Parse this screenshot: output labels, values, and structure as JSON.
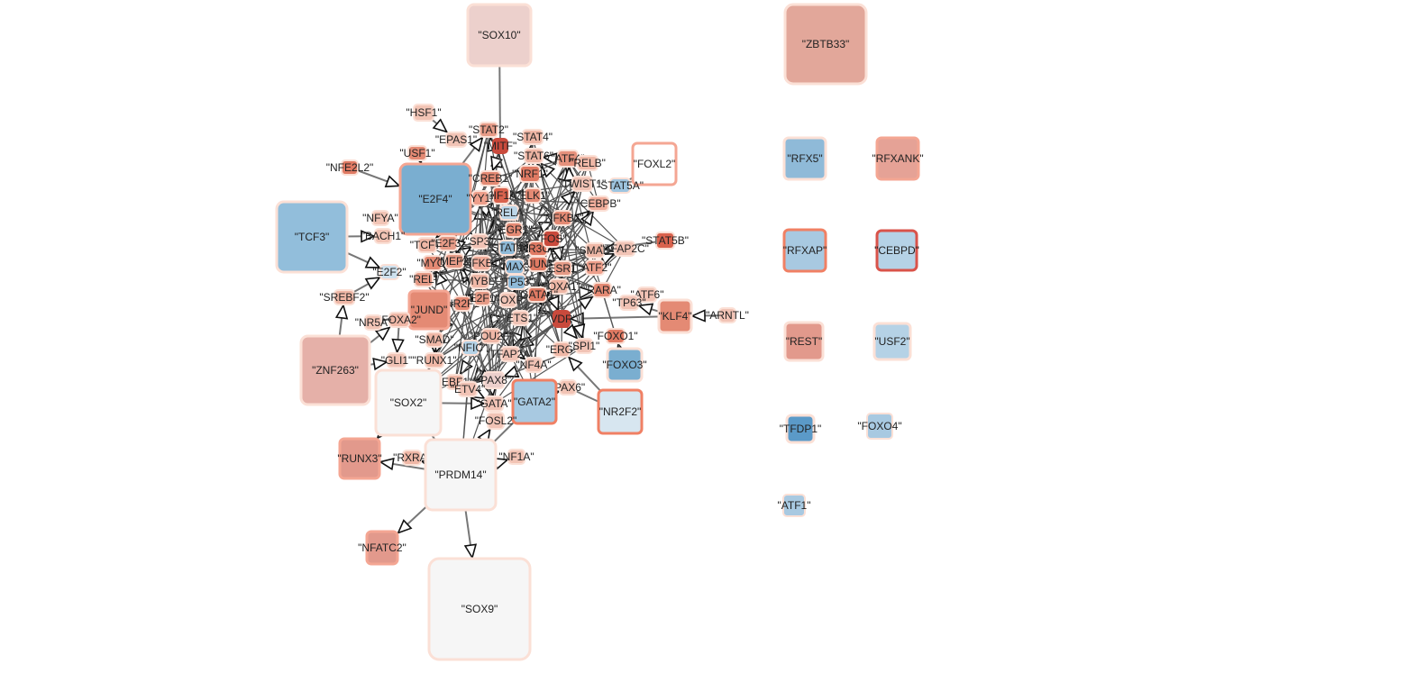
{
  "graph": {
    "nodes": [
      {
        "id": "sox10",
        "label": "\"SOX10\"",
        "fill": "#ecd0cc",
        "border": "#fbe0d6",
        "big": true
      },
      {
        "id": "zbtb33",
        "label": "\"ZBTB33\"",
        "fill": "#e2a79a",
        "border": "#fbe0d6",
        "big": true
      },
      {
        "id": "hsf1",
        "label": "\"HSF1\"",
        "fill": "#f2c4b5",
        "border": "#fbe0d6"
      },
      {
        "id": "stat2",
        "label": "\"STAT2\"",
        "fill": "#e69b87",
        "border": "#fbe0d6"
      },
      {
        "id": "stat4",
        "label": "\"STAT4\"",
        "fill": "#efb7a6",
        "border": "#fbe0d6"
      },
      {
        "id": "epas1",
        "label": "\"EPAS1\"",
        "fill": "#f1c3b5",
        "border": "#fbe0d6"
      },
      {
        "id": "mitf",
        "label": "\"MITF\"",
        "fill": "#c94a3c",
        "border": "#c94a3c"
      },
      {
        "id": "usf1",
        "label": "\"USF1\"",
        "fill": "#e48a74",
        "border": "#fbe0d6"
      },
      {
        "id": "stat6",
        "label": "\"STAT6\"",
        "fill": "#eeb4a3",
        "border": "#fbe0d6"
      },
      {
        "id": "atf4",
        "label": "\"ATF4\"",
        "fill": "#e6917c",
        "border": "#fbe0d6"
      },
      {
        "id": "nfe2l2",
        "label": "\"NFE2L2\"",
        "fill": "#e07a63",
        "border": "#fbe0d6"
      },
      {
        "id": "foxl2",
        "label": "\"FOXL2\"",
        "fill": "#ffffff",
        "border": "#f4a693",
        "big": true
      },
      {
        "id": "e2f4",
        "label": "\"E2F4\"",
        "fill": "#7aaed0",
        "border": "#f4a693",
        "big": true
      },
      {
        "id": "creb1",
        "label": "\"CREB1\"",
        "fill": "#e48a74",
        "border": "#fbe0d6"
      },
      {
        "id": "nrf1",
        "label": "\"NRF1\"",
        "fill": "#e07a63",
        "border": "#fbe0d6"
      },
      {
        "id": "relb",
        "label": "\"RELB\"",
        "fill": "#efb7a6",
        "border": "#fbe0d6"
      },
      {
        "id": "twist1",
        "label": "\"TWIST1\"",
        "fill": "#f1c3b5",
        "border": "#fbe0d6"
      },
      {
        "id": "stat5a",
        "label": "\"STAT5A\"",
        "fill": "#9ec4df",
        "border": "#fbe0d6"
      },
      {
        "id": "hif1a",
        "label": "\"HIF1A\"",
        "fill": "#d9624d",
        "border": "#fbe0d6"
      },
      {
        "id": "elk1",
        "label": "\"ELK1\"",
        "fill": "#e48a74",
        "border": "#fbe0d6"
      },
      {
        "id": "yy1",
        "label": "\"YY1\"",
        "fill": "#ee9f8b",
        "border": "#fbe0d6"
      },
      {
        "id": "cebpb",
        "label": "\"CEBPB\"",
        "fill": "#f0ad9b",
        "border": "#fbe0d6"
      },
      {
        "id": "tcf3",
        "label": "\"TCF3\"",
        "fill": "#92bedb",
        "border": "#fbe0d6",
        "big": true
      },
      {
        "id": "nfya",
        "label": "\"NFYA\"",
        "fill": "#f2c4b5",
        "border": "#fbe0d6"
      },
      {
        "id": "rela",
        "label": "\"RELA\"",
        "fill": "#bcd6e8",
        "border": "#fbe0d6"
      },
      {
        "id": "nfkb2",
        "label": "\"NFKB2\"",
        "fill": "#e48a74",
        "border": "#fbe0d6"
      },
      {
        "id": "bach1",
        "label": "\"BACH1\"",
        "fill": "#f2c4b5",
        "border": "#fbe0d6"
      },
      {
        "id": "stat5b",
        "label": "\"STAT5B\"",
        "fill": "#d9624d",
        "border": "#fbe0d6"
      },
      {
        "id": "tcf7",
        "label": "\"TCF7\"",
        "fill": "#efb7a6",
        "border": "#fbe0d6"
      },
      {
        "id": "e2f3",
        "label": "\"E2F3\"",
        "fill": "#e69b87",
        "border": "#fbe0d6"
      },
      {
        "id": "sp3",
        "label": "\"SP3\"",
        "fill": "#f1c3b5",
        "border": "#fbe0d6"
      },
      {
        "id": "egr1",
        "label": "\"EGR1\"",
        "fill": "#e48a74",
        "border": "#fbe0d6"
      },
      {
        "id": "stat1",
        "label": "\"STAT1\"",
        "fill": "#8fbad8",
        "border": "#fbe0d6"
      },
      {
        "id": "nr3c1",
        "label": "\"NR3C1\"",
        "fill": "#e07a63",
        "border": "#fbe0d6"
      },
      {
        "id": "fos",
        "label": "\"FOS\"",
        "fill": "#c94a3c",
        "border": "#fbe0d6"
      },
      {
        "id": "smad",
        "label": "\"SMAD\"",
        "fill": "#efb7a6",
        "border": "#fbe0d6"
      },
      {
        "id": "srebf2",
        "label": "\"SREBF2\"",
        "fill": "#efb7a6",
        "border": "#fbe0d6"
      },
      {
        "id": "tfap2c",
        "label": "\"TFAP2C\"",
        "fill": "#f1c3b5",
        "border": "#fbe0d6"
      },
      {
        "id": "e2f2",
        "label": "\"E2F2\"",
        "fill": "#cfe1ee",
        "border": "#fbe0d6"
      },
      {
        "id": "myc",
        "label": "\"MYC\"",
        "fill": "#e48a74",
        "border": "#fbe0d6"
      },
      {
        "id": "mef2",
        "label": "\"MEF2\"",
        "fill": "#e69b87",
        "border": "#fbe0d6"
      },
      {
        "id": "nfkb1",
        "label": "\"NFKB1\"",
        "fill": "#f0ad9b",
        "border": "#fbe0d6"
      },
      {
        "id": "max",
        "label": "\"MAX\"",
        "fill": "#8fbad8",
        "border": "#fbe0d6"
      },
      {
        "id": "jun",
        "label": "\"JUN\"",
        "fill": "#e07a63",
        "border": "#fbe0d6"
      },
      {
        "id": "esr1",
        "label": "\"ESR1\"",
        "fill": "#e69b87",
        "border": "#fbe0d6"
      },
      {
        "id": "atf2",
        "label": "\"ATF2\"",
        "fill": "#ee9f8b",
        "border": "#fbe0d6"
      },
      {
        "id": "rel",
        "label": "\"REL\"",
        "fill": "#e69b87",
        "border": "#fbe0d6"
      },
      {
        "id": "mybl",
        "label": "\"MYBL\"",
        "fill": "#efb7a6",
        "border": "#fbe0d6"
      },
      {
        "id": "tp53",
        "label": "\"TP53\"",
        "fill": "#8fbad8",
        "border": "#fbe0d6"
      },
      {
        "id": "nr2f1",
        "label": "\"NR2F1\"",
        "fill": "#e48a74",
        "border": "#fbe0d6"
      },
      {
        "id": "foxa1",
        "label": "\"FOXA1\"",
        "fill": "#efb7a6",
        "border": "#fbe0d6"
      },
      {
        "id": "rara",
        "label": "\"RARA\"",
        "fill": "#e48a74",
        "border": "#fbe0d6"
      },
      {
        "id": "atf6",
        "label": "\"ATF6\"",
        "fill": "#f1c3b5",
        "border": "#fbe0d6"
      },
      {
        "id": "tp63",
        "label": "\"TP63\"",
        "fill": "#f1c3b5",
        "border": "#fbe0d6"
      },
      {
        "id": "jund",
        "label": "\"JUND\"",
        "fill": "#e48a74",
        "border": "#f4a693",
        "big": true
      },
      {
        "id": "foxa2",
        "label": "\"FOXA2\"",
        "fill": "#efb7a6",
        "border": "#fbe0d6"
      },
      {
        "id": "nr5a",
        "label": "\"NR5A\"",
        "fill": "#f2c4b5",
        "border": "#fbe0d6"
      },
      {
        "id": "e2f1",
        "label": "\"E2F1\"",
        "fill": "#e69b87",
        "border": "#fbe0d6"
      },
      {
        "id": "foxp",
        "label": "\"FOXP\"",
        "fill": "#f1c3b5",
        "border": "#fbe0d6"
      },
      {
        "id": "gata1",
        "label": "\"GATA1\"",
        "fill": "#e07a63",
        "border": "#fbe0d6"
      },
      {
        "id": "klf4",
        "label": "\"KLF4\"",
        "fill": "#e48a74",
        "border": "#fbe0d6",
        "big": true
      },
      {
        "id": "arntl",
        "label": "\"ARNTL\"",
        "fill": "#f1c3b5",
        "border": "#fbe0d6"
      },
      {
        "id": "pou2",
        "label": "\"POU2F\"",
        "fill": "#efb7a6",
        "border": "#fbe0d6"
      },
      {
        "id": "ets1",
        "label": "\"ETS1\"",
        "fill": "#f1c3b5",
        "border": "#fbe0d6"
      },
      {
        "id": "vdr",
        "label": "\"VDR\"",
        "fill": "#c94a3c",
        "border": "#c94a3c"
      },
      {
        "id": "foxo1",
        "label": "\"FOXO1\"",
        "fill": "#e07a63",
        "border": "#fbe0d6"
      },
      {
        "id": "smad2",
        "label": "\"SMAD\"",
        "fill": "#efb7a6",
        "border": "#fbe0d6"
      },
      {
        "id": "nfic",
        "label": "\"NFIC\"",
        "fill": "#b5d2e6",
        "border": "#fbe0d6"
      },
      {
        "id": "tfap2a",
        "label": "\"TFAP2A\"",
        "fill": "#f1c3b5",
        "border": "#fbe0d6"
      },
      {
        "id": "erg",
        "label": "\"ERG\"",
        "fill": "#efb7a6",
        "border": "#fbe0d6"
      },
      {
        "id": "spi1",
        "label": "\"SPI1\"",
        "fill": "#f1c3b5",
        "border": "#fbe0d6"
      },
      {
        "id": "foxo3",
        "label": "\"FOXO3\"",
        "fill": "#7aaed0",
        "border": "#fbe0d6",
        "big": true
      },
      {
        "id": "gli1",
        "label": "\"GLI1\"",
        "fill": "#f1c3b5",
        "border": "#fbe0d6"
      },
      {
        "id": "runx1",
        "label": "\"RUNX1\"",
        "fill": "#efb7a6",
        "border": "#fbe0d6"
      },
      {
        "id": "nf4a",
        "label": "\"NF4A\"",
        "fill": "#f1c3b5",
        "border": "#fbe0d6"
      },
      {
        "id": "pax8",
        "label": "\"PAX8\"",
        "fill": "#ecd0cc",
        "border": "#fbe0d6"
      },
      {
        "id": "pax6",
        "label": "\"PAX6\"",
        "fill": "#f2c4b5",
        "border": "#fbe0d6"
      },
      {
        "id": "ebf1",
        "label": "\"EBF1\"",
        "fill": "#efb7a6",
        "border": "#fbe0d6"
      },
      {
        "id": "etv4",
        "label": "\"ETV4\"",
        "fill": "#f1c3b5",
        "border": "#fbe0d6"
      },
      {
        "id": "gata2",
        "label": "\"GATA2\"",
        "fill": "#a8c9e1",
        "border": "#f08064",
        "big": true
      },
      {
        "id": "gata3",
        "label": "\"GATA\"",
        "fill": "#f1c3b5",
        "border": "#fbe0d6"
      },
      {
        "id": "nr2f2",
        "label": "\"NR2F2\"",
        "fill": "#d7e6f0",
        "border": "#f08064",
        "big": true
      },
      {
        "id": "znf263",
        "label": "\"ZNF263\"",
        "fill": "#e5b0a8",
        "border": "#fbe0d6",
        "big": true
      },
      {
        "id": "sox2",
        "label": "\"SOX2\"",
        "fill": "#f6f6f6",
        "border": "#fbe0d6",
        "big": true
      },
      {
        "id": "fosl2",
        "label": "\"FOSL2\"",
        "fill": "#f1c3b5",
        "border": "#fbe0d6"
      },
      {
        "id": "nf1a",
        "label": "\"NF1A\"",
        "fill": "#f2c4b5",
        "border": "#fbe0d6"
      },
      {
        "id": "runx3",
        "label": "\"RUNX3\"",
        "fill": "#e2998c",
        "border": "#f4a693",
        "big": true
      },
      {
        "id": "rxra",
        "label": "\"RXRA\"",
        "fill": "#efb7a6",
        "border": "#fbe0d6"
      },
      {
        "id": "prdm14",
        "label": "\"PRDM14\"",
        "fill": "#f6f6f6",
        "border": "#fbe0d6",
        "big": true
      },
      {
        "id": "nfatc2",
        "label": "\"NFATC2\"",
        "fill": "#e2998c",
        "border": "#f4a693",
        "big": true
      },
      {
        "id": "sox9",
        "label": "\"SOX9\"",
        "fill": "#f6f6f6",
        "border": "#fbe0d6",
        "big": true
      },
      {
        "id": "rfx5",
        "label": "\"RFX5\"",
        "fill": "#8fbad8",
        "border": "#fbe0d6",
        "big": true
      },
      {
        "id": "rfxank",
        "label": "\"RFXANK\"",
        "fill": "#e5a296",
        "border": "#f4a693",
        "big": true
      },
      {
        "id": "rfxap",
        "label": "\"RFXAP\"",
        "fill": "#a8c9e1",
        "border": "#f08064",
        "big": true
      },
      {
        "id": "cebpd",
        "label": "\"CEBPD\"",
        "fill": "#b5d2e6",
        "border": "#d9534a",
        "big": true
      },
      {
        "id": "rest",
        "label": "\"REST\"",
        "fill": "#e2998c",
        "border": "#fbe0d6",
        "big": true
      },
      {
        "id": "usf2",
        "label": "\"USF2\"",
        "fill": "#b5d2e6",
        "border": "#fbe0d6",
        "big": true
      },
      {
        "id": "tfdp1",
        "label": "\"TFDP1\"",
        "fill": "#5b9ac8",
        "border": "#fbe0d6",
        "big": true
      },
      {
        "id": "foxo4",
        "label": "\"FOXO4\"",
        "fill": "#a8c9e1",
        "border": "#fbe0d6"
      },
      {
        "id": "atf1",
        "label": "\"ATF1\"",
        "fill": "#a8c9e1",
        "border": "#fbe0d6"
      }
    ]
  }
}
